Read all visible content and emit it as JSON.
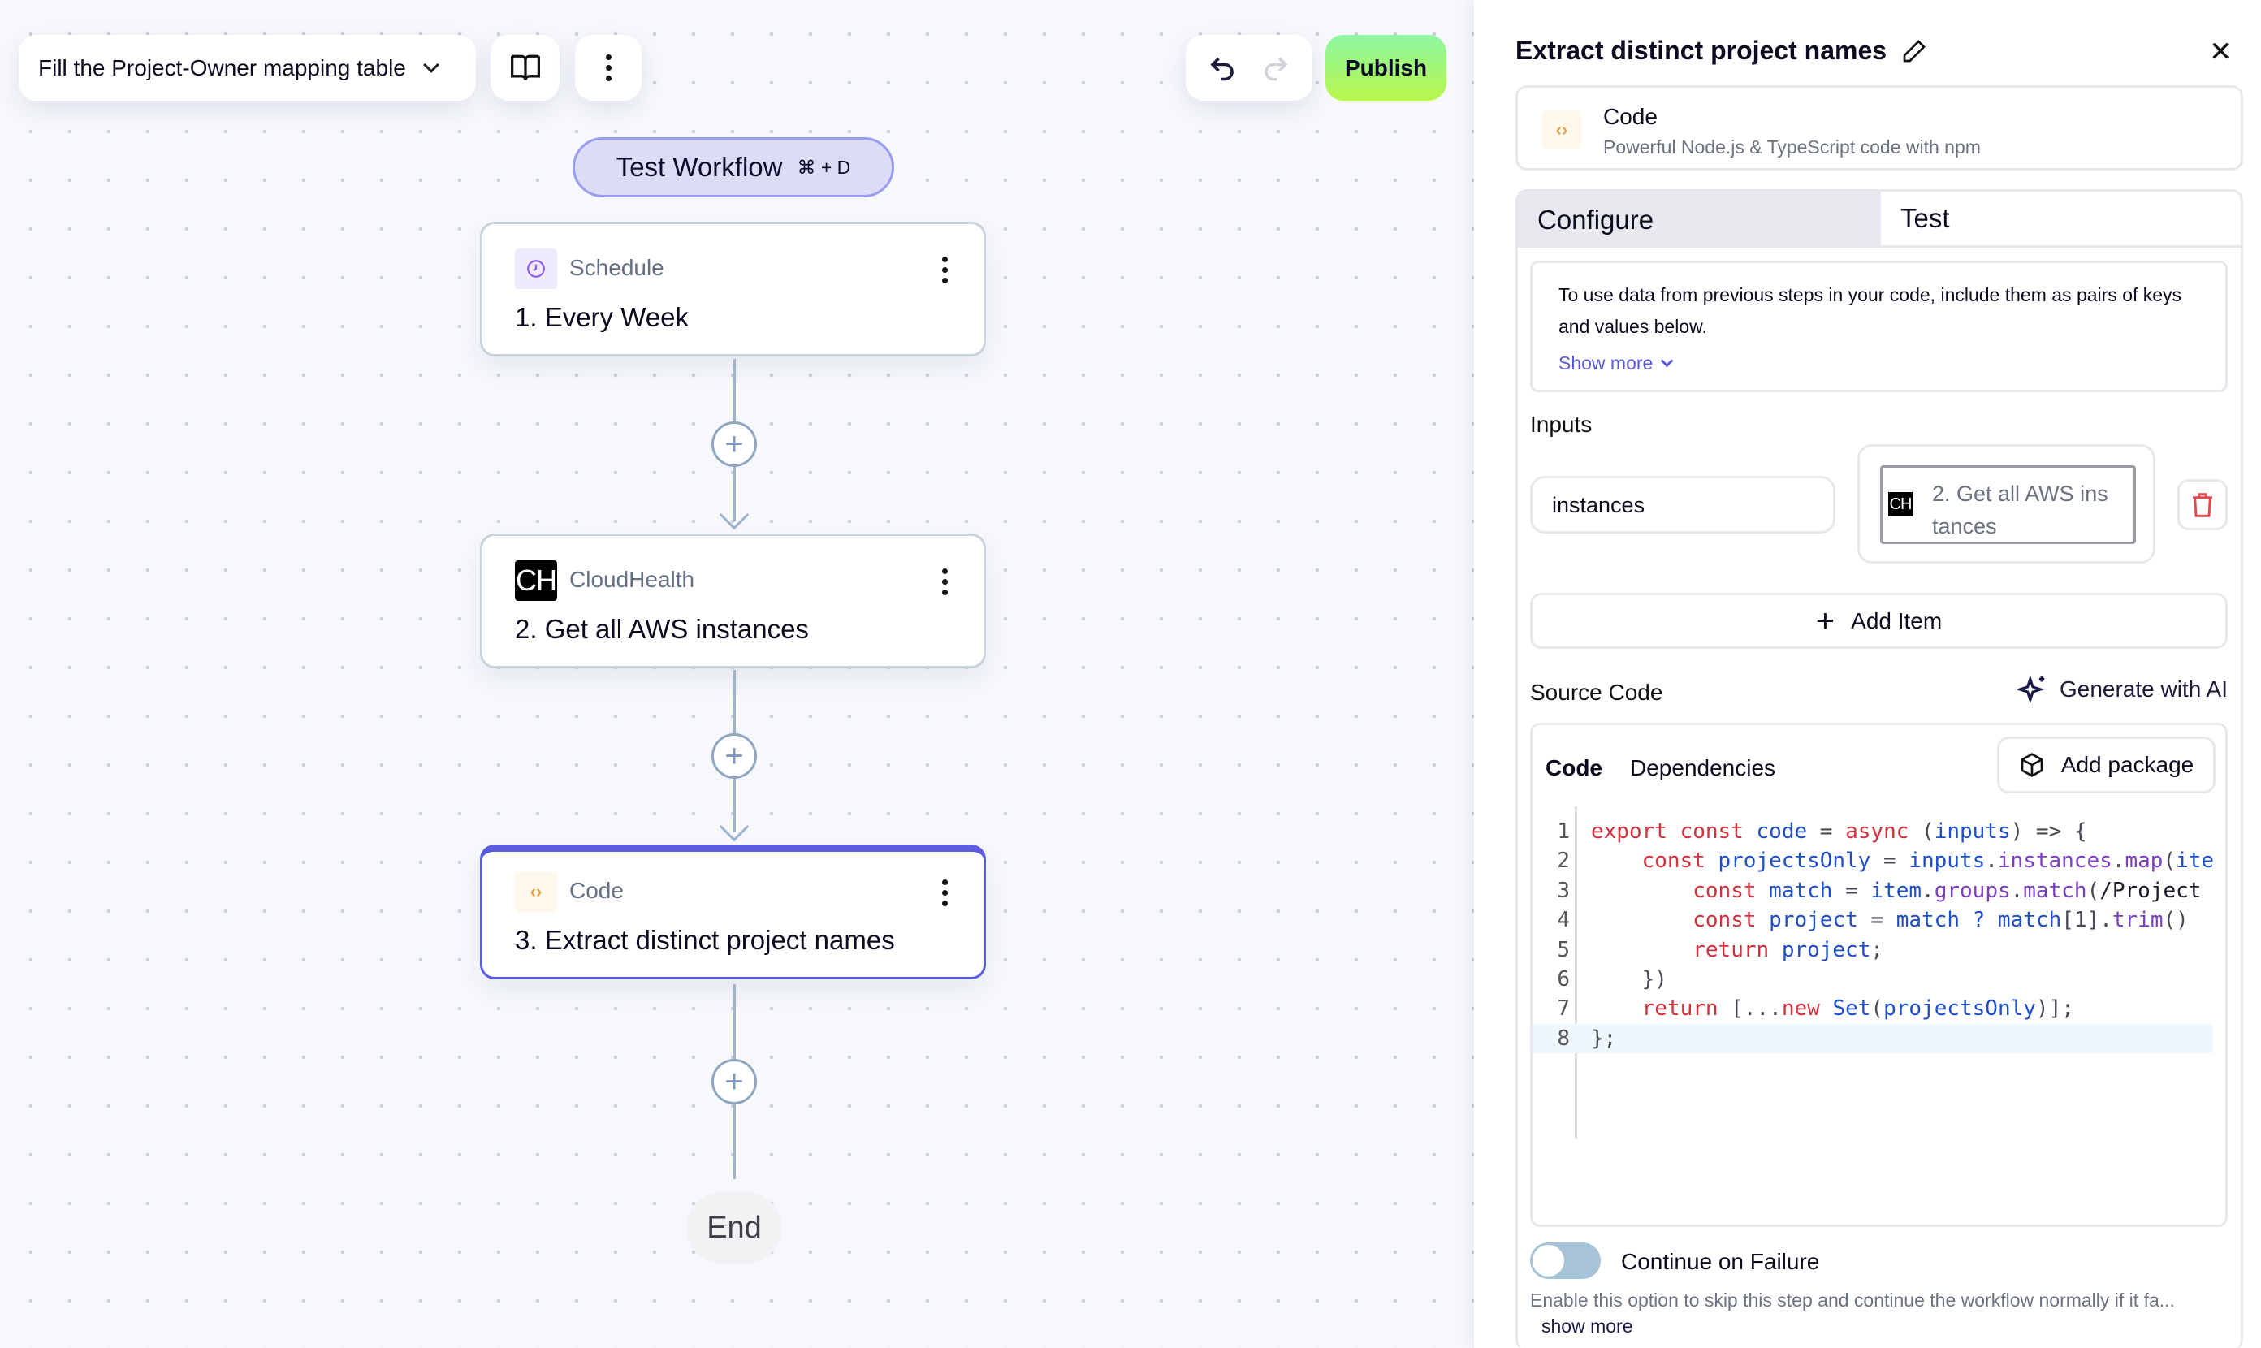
{
  "toolbar": {
    "workflow_title": "Fill the Project-Owner mapping table",
    "publish_label": "Publish"
  },
  "canvas": {
    "test_workflow_label": "Test Workflow",
    "test_workflow_shortcut": "⌘ + D",
    "nodes": [
      {
        "app": "Schedule",
        "title": "1. Every Week",
        "icon": "schedule-clock-icon"
      },
      {
        "app": "CloudHealth",
        "title": "2. Get all AWS instances",
        "icon_text": "CH"
      },
      {
        "app": "Code",
        "title": "3. Extract distinct project names",
        "icon_text": "‹›",
        "selected": true
      }
    ],
    "end_label": "End"
  },
  "panel": {
    "title": "Extract distinct project names",
    "piece": {
      "name": "Code",
      "description": "Powerful Node.js & TypeScript code with npm",
      "icon_text": "‹›"
    },
    "tabs": [
      {
        "label": "Configure",
        "active": true
      },
      {
        "label": "Test",
        "active": false
      }
    ],
    "info_text": "To use data from previous steps in your code, include them as pairs of keys and values below.",
    "show_more_label": "Show more",
    "inputs_label": "Inputs",
    "input_key": "instances",
    "input_value": {
      "icon_text": "CH",
      "line1": "2. Get all AWS ins",
      "line2": "tances"
    },
    "add_item_label": "Add Item",
    "source_code_label": "Source Code",
    "generate_ai_label": "Generate with AI",
    "editor_tabs": [
      "Code",
      "Dependencies"
    ],
    "add_package_label": "Add package",
    "continue_on_failure_label": "Continue on Failure",
    "continue_on_failure_enabled": false,
    "continue_description": "Enable this option to skip this step and continue the workflow normally if it fa...",
    "show_more_small": "show more"
  },
  "code_editor": {
    "active_line": 8,
    "lines": [
      [
        [
          "export",
          "kw"
        ],
        [
          " ",
          "punc"
        ],
        [
          "const",
          "kw"
        ],
        [
          " ",
          "punc"
        ],
        [
          "code",
          "var"
        ],
        [
          " = ",
          "punc"
        ],
        [
          "async",
          "kw"
        ],
        [
          " (",
          "punc"
        ],
        [
          "inputs",
          "var"
        ],
        [
          ") => {",
          "punc"
        ]
      ],
      [
        [
          "    ",
          "punc"
        ],
        [
          "const",
          "kw"
        ],
        [
          " ",
          "punc"
        ],
        [
          "projectsOnly",
          "var"
        ],
        [
          " = ",
          "punc"
        ],
        [
          "inputs",
          "var"
        ],
        [
          ".",
          "punc"
        ],
        [
          "instances",
          "prop"
        ],
        [
          ".",
          "punc"
        ],
        [
          "map",
          "prop"
        ],
        [
          "(",
          "punc"
        ],
        [
          "ite",
          "var"
        ]
      ],
      [
        [
          "        ",
          "punc"
        ],
        [
          "const",
          "kw"
        ],
        [
          " ",
          "punc"
        ],
        [
          "match",
          "var"
        ],
        [
          " = ",
          "punc"
        ],
        [
          "item",
          "var"
        ],
        [
          ".",
          "punc"
        ],
        [
          "groups",
          "prop"
        ],
        [
          ".",
          "punc"
        ],
        [
          "match",
          "prop"
        ],
        [
          "(",
          "punc"
        ],
        [
          "/Project",
          "def"
        ]
      ],
      [
        [
          "        ",
          "punc"
        ],
        [
          "const",
          "kw"
        ],
        [
          " ",
          "punc"
        ],
        [
          "project",
          "var"
        ],
        [
          " = ",
          "punc"
        ],
        [
          "match",
          "var"
        ],
        [
          " ? ",
          "var"
        ],
        [
          "match",
          "var"
        ],
        [
          "[1]",
          "punc"
        ],
        [
          ".",
          "punc"
        ],
        [
          "trim",
          "prop"
        ],
        [
          "()",
          "punc"
        ]
      ],
      [
        [
          "        ",
          "punc"
        ],
        [
          "return",
          "kw"
        ],
        [
          " ",
          "punc"
        ],
        [
          "project",
          "var"
        ],
        [
          ";",
          "punc"
        ]
      ],
      [
        [
          "    ",
          "punc"
        ],
        [
          "})",
          "punc"
        ]
      ],
      [
        [
          "    ",
          "punc"
        ],
        [
          "return",
          "kw"
        ],
        [
          " [...",
          "punc"
        ],
        [
          "new",
          "kw"
        ],
        [
          " ",
          "punc"
        ],
        [
          "Set",
          "var"
        ],
        [
          "(",
          "punc"
        ],
        [
          "projectsOnly",
          "var"
        ],
        [
          ")];",
          "punc"
        ]
      ],
      [
        [
          "};",
          "punc"
        ]
      ]
    ]
  },
  "colors": {
    "accent": "#5b5bdf",
    "publish_gradient_top": "#8ef7a2",
    "publish_gradient_bottom": "#b8f74a",
    "link": "#5b5bdf",
    "danger": "#e5484d",
    "code_icon": "#e8a33a"
  }
}
